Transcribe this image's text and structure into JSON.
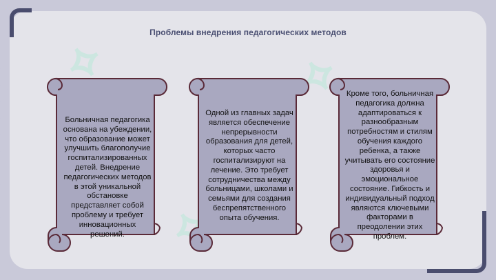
{
  "slide": {
    "title": "Проблемы внедрения педагогических методов",
    "scrolls": [
      {
        "text": "Больничная педагогика основана на убеждении, что образование может улучшить благополучие госпитализированных детей. Внедрение педагогических методов в этой уникальной обстановке представляет собой проблему и требует инновационных решений."
      },
      {
        "text": "Одной из главных задач является обеспечение непрерывности образования для детей, которых часто госпитализируют на лечение. Это требует сотрудничества между больницами, школами и семьями для создания беспрепятственного опыта обучения."
      },
      {
        "text": "Кроме того, больничная педагогика должна адаптироваться к разнообразным потребностям и стилям обучения каждого ребенка, а также учитывать его состояние здоровья и эмоциональное состояние. Гибкость и индивидуальный подход являются ключевыми факторами в преодолении этих проблем."
      }
    ]
  },
  "theme": {
    "background": "#c9c9d9",
    "panel": "#e4e4ea",
    "accent": "#4a4d6e",
    "scroll_fill": "#a9a8c0",
    "scroll_stroke": "#5a2a38",
    "title_color": "#4a4f72"
  },
  "icons": {
    "scroll_decoration": "scroll-banner-icon"
  }
}
